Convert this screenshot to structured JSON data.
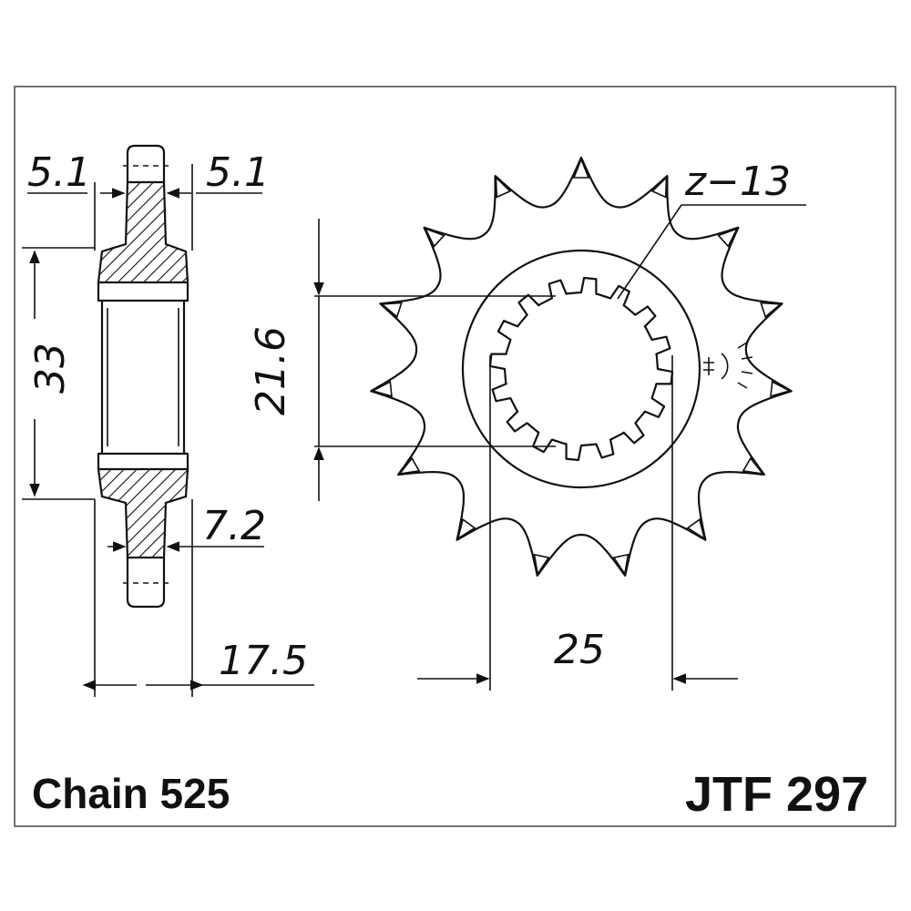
{
  "dimensions": {
    "left_hub_width": "5.1",
    "right_hub_width": "5.1",
    "hub_diameter": "33",
    "tooth_thickness": "7.2",
    "overall_width": "17.5",
    "spline_diameter": "21.6",
    "bore_diameter": "25"
  },
  "tooth_count_label": "z−13",
  "footer": {
    "chain": "Chain 525",
    "part_number": "JTF 297"
  },
  "sprocket": {
    "teeth": 15,
    "splines": 16
  },
  "colors": {
    "line": "#111111",
    "background": "#ffffff"
  }
}
